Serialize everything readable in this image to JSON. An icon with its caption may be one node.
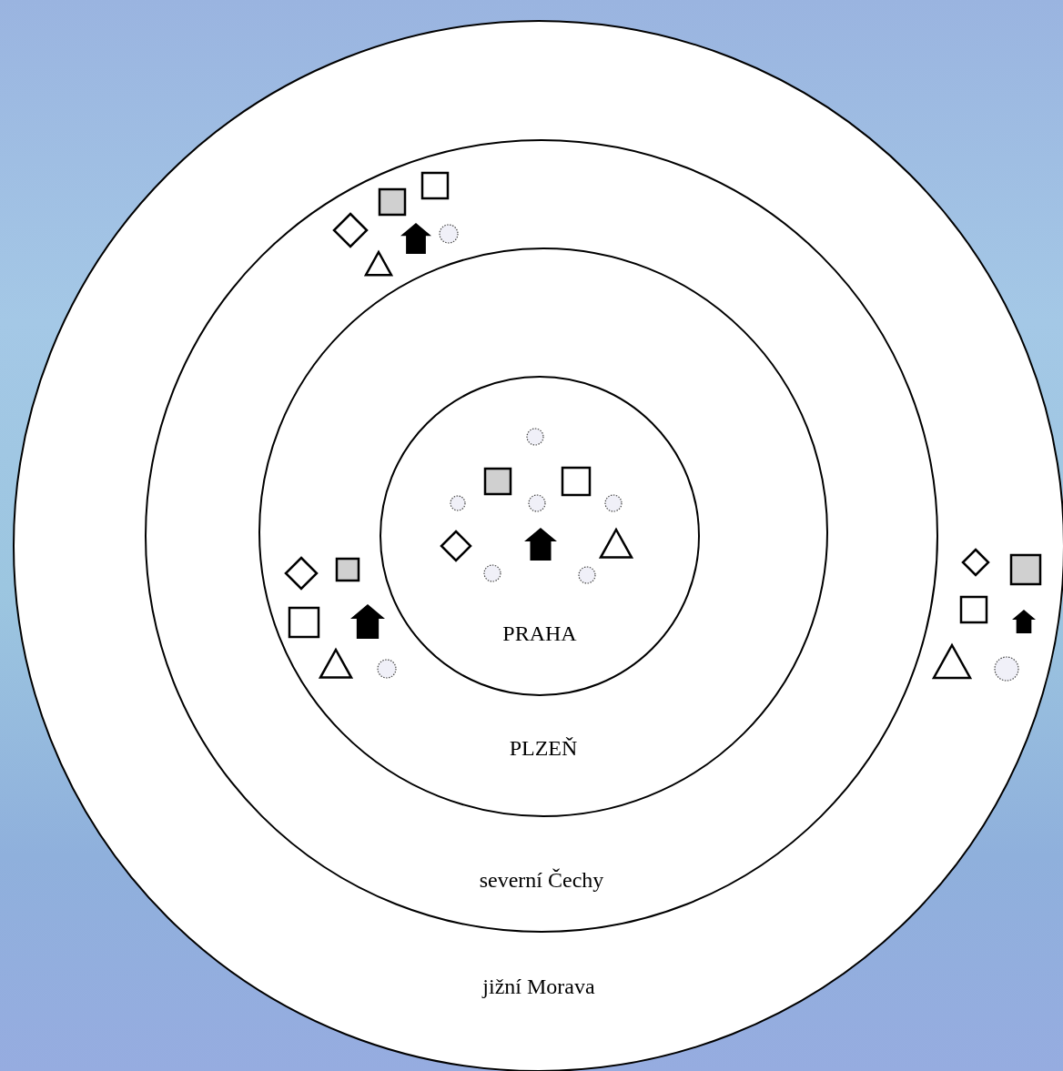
{
  "diagram": {
    "nodes": [
      {
        "text": [
          "jižní Morava"
        ]
      },
      {
        "text": [
          "severní Čechy"
        ],
        "in": 0
      },
      {
        "text": [
          "PLZEŇ"
        ],
        "in": 1
      },
      {
        "text": [
          "PRAHA"
        ],
        "in": 2
      }
    ]
  }
}
